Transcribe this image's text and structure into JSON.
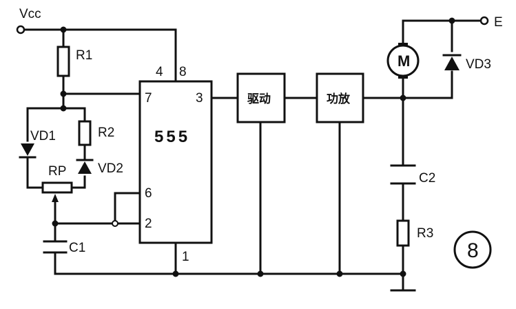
{
  "labels": {
    "vcc": "Vcc",
    "e": "E",
    "r1": "R1",
    "r2": "R2",
    "r3": "R3",
    "vd1": "VD1",
    "vd2": "VD2",
    "vd3": "VD3",
    "rp": "RP",
    "c1": "C1",
    "c2": "C2",
    "motor": "M",
    "figure_number": "8"
  },
  "ic": {
    "name": "555",
    "pins": {
      "p4": "4",
      "p8": "8",
      "p7": "7",
      "p3": "3",
      "p6": "6",
      "p2": "2",
      "p1": "1"
    }
  },
  "blocks": {
    "driver": "驱动",
    "amplifier": "功放"
  }
}
